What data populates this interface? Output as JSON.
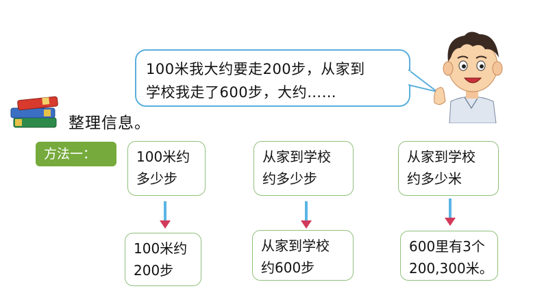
{
  "speech": {
    "line1": "100米我大约要走200步，从家到",
    "line2": "学校我走了600步，大约……"
  },
  "heading": "整理信息。",
  "method_label": "方法一：",
  "columns": [
    {
      "question": [
        "100米约",
        "多少步"
      ],
      "answer": [
        "100米约",
        "200步"
      ]
    },
    {
      "question": [
        "从家到学校",
        "约多少步"
      ],
      "answer": [
        "从家到学校",
        "约600步"
      ]
    },
    {
      "question": [
        "从家到学校",
        "约多少米"
      ],
      "answer": [
        "600里有3个",
        "200,300米。"
      ]
    }
  ],
  "colors": {
    "bubble_border": "#5aaedc",
    "box_border": "#8fc07a",
    "label_bg": "#76aa3c",
    "arrow_fill": "#5ab4e6",
    "arrow_tip": "#d23a5a"
  }
}
